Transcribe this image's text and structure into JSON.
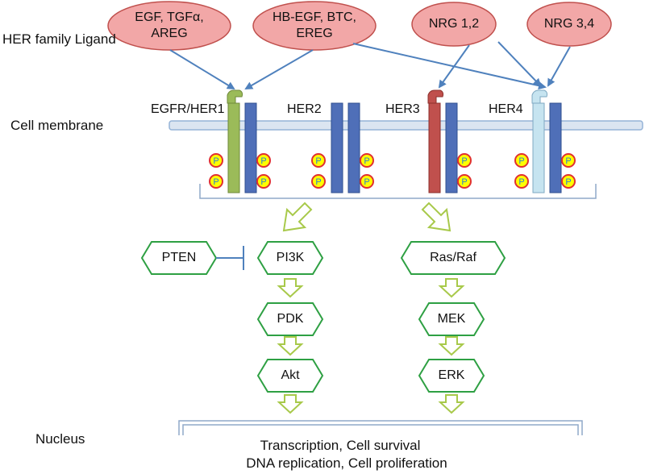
{
  "row_labels": {
    "ligand": "HER family Ligand",
    "membrane": "Cell membrane",
    "nucleus": "Nucleus"
  },
  "ligands": [
    {
      "line1": "EGF, TGFα,",
      "line2": "AREG"
    },
    {
      "line1": "HB-EGF,  BTC,",
      "line2": "EREG"
    },
    {
      "line1": "NRG 1,2",
      "line2": ""
    },
    {
      "line1": "NRG 3,4",
      "line2": ""
    }
  ],
  "receptors": [
    "EGFR/HER1",
    "HER2",
    "HER3",
    "HER4"
  ],
  "phospho_label": "P",
  "pathway_nodes": {
    "pten": "PTEN",
    "pi3k": "PI3K",
    "pdk": "PDK",
    "akt": "Akt",
    "rasraf": "Ras/Raf",
    "mek": "MEK",
    "erk": "ERK"
  },
  "outcomes": {
    "line1": "Transcription, Cell survival",
    "line2": "DNA replication, Cell proliferation"
  },
  "colors": {
    "ligand_fill": "#f2a7a7",
    "ligand_stroke": "#c0504d",
    "arrow_blue": "#4f81bd",
    "membrane_fill": "#dbe5f1",
    "receptor_blue": "#4f6fb8",
    "egfr_green": "#9bbb59",
    "her3_red": "#c0504d",
    "her4_light": "#c6e4f0",
    "phospho_fill": "#ffff00",
    "phospho_stroke": "#e03030",
    "hex_stroke": "#2ea043",
    "green_arrow": "#a8c94a"
  }
}
